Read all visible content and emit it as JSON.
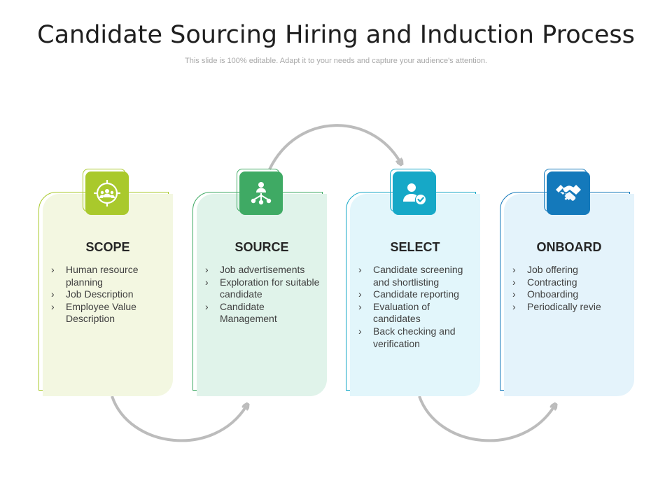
{
  "title": "Candidate Sourcing Hiring and Induction Process",
  "subtitle": "This slide is 100% editable. Adapt it to your needs and capture your audience's attention.",
  "steps": [
    {
      "title": "SCOPE",
      "icon": "target-team-icon",
      "color": "#a9c92c",
      "card_color": "#f3f7e1",
      "bullets": [
        "Human resource planning",
        "Job Description",
        "Employee Value Description"
      ]
    },
    {
      "title": "SOURCE",
      "icon": "network-people-icon",
      "color": "#3faa64",
      "card_color": "#e0f3ea",
      "bullets": [
        "Job advertisements",
        "Exploration for suitable candidate",
        "Candidate Management"
      ]
    },
    {
      "title": "SELECT",
      "icon": "user-check-icon",
      "color": "#16a8c7",
      "card_color": "#e2f6fb",
      "bullets": [
        "Candidate screening and shortlisting",
        "Candidate reporting",
        "Evaluation of candidates",
        "Back checking and verification"
      ]
    },
    {
      "title": "ONBOARD",
      "icon": "handshake-icon",
      "color": "#1479bb",
      "card_color": "#e4f3fb",
      "bullets": [
        "Job offering",
        "Contracting",
        "Onboarding",
        "Periodically revie"
      ]
    }
  ],
  "arrow_color": "#bcbcbc"
}
